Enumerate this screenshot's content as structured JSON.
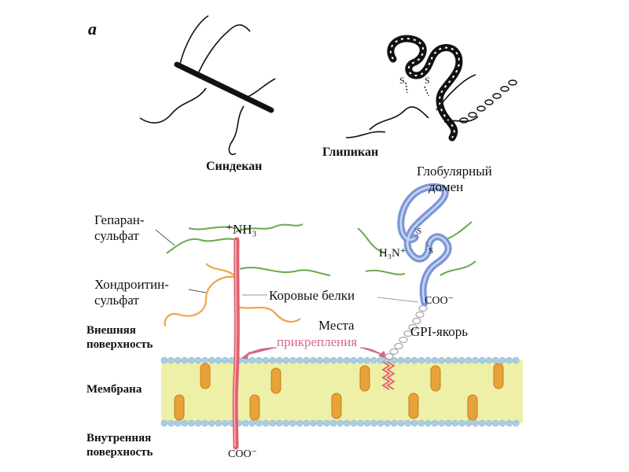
{
  "panel_label": "a",
  "top": {
    "syndecan": "Синдекан",
    "glypican": "Глипикан",
    "s1": "S",
    "s2": "S"
  },
  "left_labels": {
    "heparan_1": "Гепаран-",
    "heparan_2": "сульфат",
    "chondroitin_1": "Хондроитин-",
    "chondroitin_2": "сульфат",
    "outer_1": "Внешняя",
    "outer_2": "поверхность",
    "membrane": "Мембрана",
    "inner_1": "Внутренняя",
    "inner_2": "поверхность"
  },
  "center_labels": {
    "nh3_top": "⁺NH₃",
    "core_proteins": "Коровые белки",
    "coo_bottom": "COO⁻",
    "sites_1": "Места",
    "sites_2": "прикрепления"
  },
  "right_labels": {
    "globular_1": "Глобулярный",
    "globular_2": "домен",
    "h3n": "H₃N⁺",
    "s_a": "S",
    "s_b": "S",
    "coo_right": "COO⁻",
    "gpi": "GPI-якорь"
  },
  "colors": {
    "heparan": "#6aa84f",
    "chondroitin": "#f0a54a",
    "core_protein": "#e06070",
    "globular": "#7b97d6",
    "membrane": "#eef0a8",
    "lipid_head": "#a9cde4",
    "membrane_protein": "#e8a23a"
  }
}
